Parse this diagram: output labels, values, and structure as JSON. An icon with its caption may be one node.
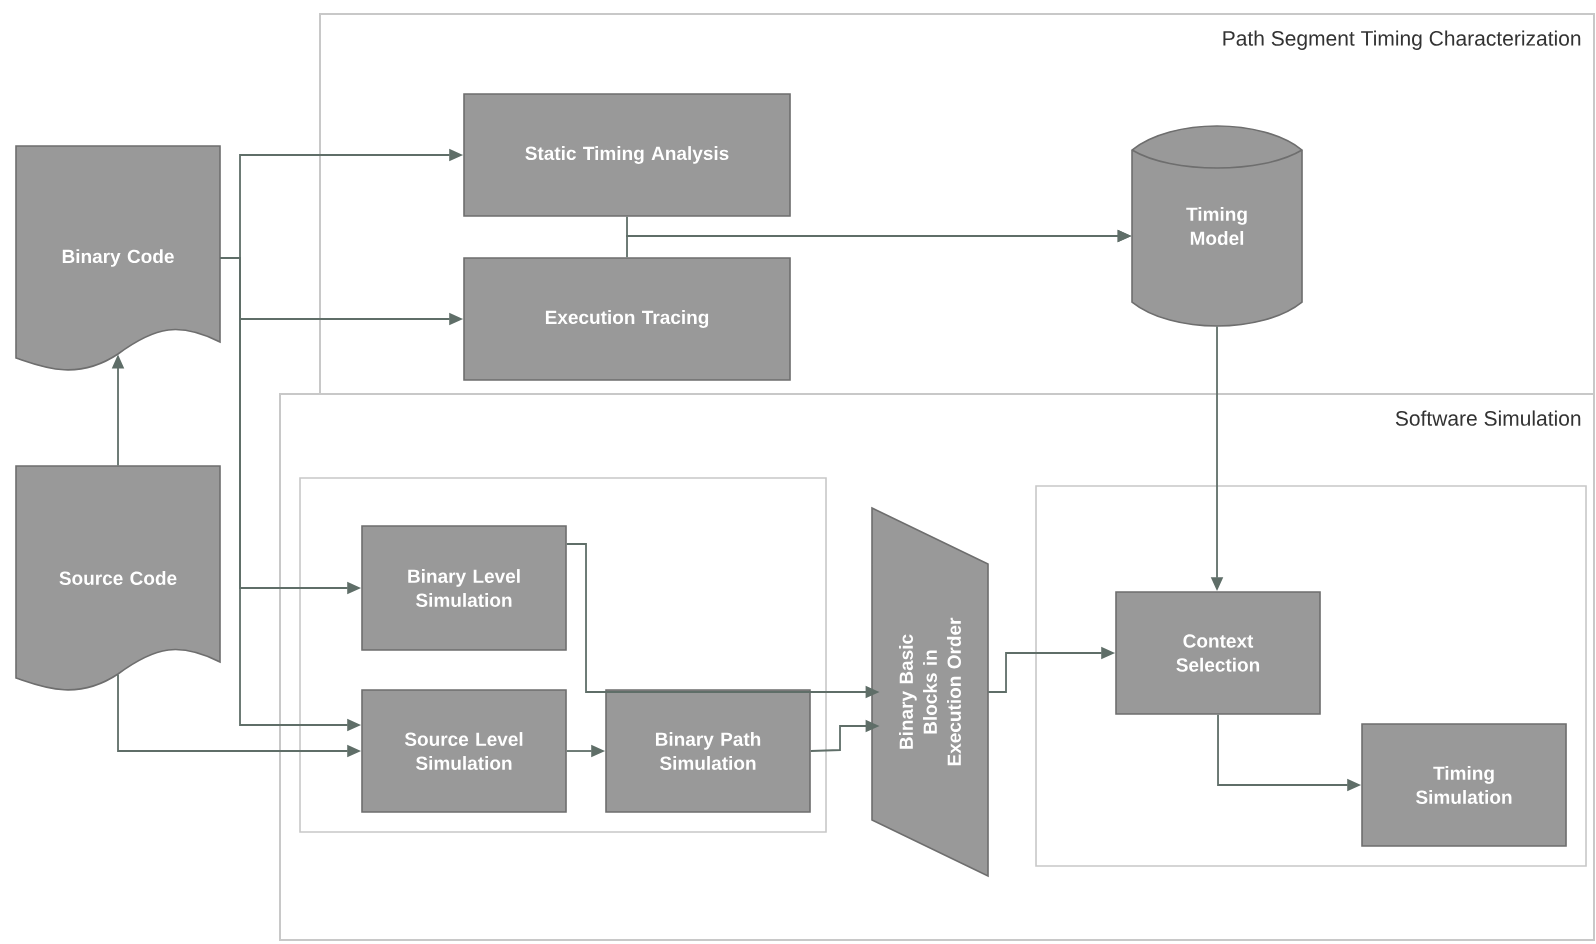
{
  "diagram": {
    "nodes": [
      {
        "text": [
          "Path Segment Timing Characterization"
        ]
      },
      {
        "text": [
          "Static Timing Analysis"
        ],
        "in": 0
      },
      {
        "text": [
          "Execution Tracing"
        ],
        "in": 0
      },
      {
        "text": [
          "Timing Model"
        ],
        "in": 0
      },
      {
        "text": [
          "Software Simulation"
        ]
      },
      {
        "text": [
          "Binary Code"
        ]
      },
      {
        "text": [
          "Source Code"
        ]
      },
      {
        "text": [],
        "shape": "box",
        "in": 4
      },
      {
        "text": [
          "Binary Level Simulation"
        ],
        "in": 7
      },
      {
        "text": [
          "Source Level Simulation"
        ],
        "in": 7
      },
      {
        "text": [
          "Binary Path Simulation"
        ],
        "in": 7
      },
      {
        "text": [
          "Binary Basic Blocks in Execution Order"
        ],
        "in": 4
      },
      {
        "text": [],
        "shape": "box",
        "in": 4
      },
      {
        "text": [
          "Context Selection"
        ],
        "in": 12
      },
      {
        "text": [
          "Timing Simulation"
        ],
        "in": 12
      }
    ],
    "edges": [
      {
        "from": 6,
        "to": 5,
        "arrow": "to"
      },
      {
        "from": 5,
        "to": 1,
        "arrow": "to"
      },
      {
        "from": 5,
        "to": 2,
        "arrow": "to"
      },
      {
        "from": 5,
        "to": 8,
        "arrow": "to"
      },
      {
        "from": 5,
        "to": 9,
        "arrow": "to"
      },
      {
        "from": 6,
        "to": 9,
        "arrow": "to"
      },
      {
        "from": 1,
        "to": 3,
        "arrow": "to"
      },
      {
        "from": 2,
        "to": 3,
        "arrow": "to"
      },
      {
        "from": 3,
        "to": 13,
        "arrow": "to"
      },
      {
        "from": 8,
        "to": 11,
        "arrow": "to"
      },
      {
        "from": 9,
        "to": 10,
        "arrow": "to"
      },
      {
        "from": 10,
        "to": 11,
        "arrow": "to"
      },
      {
        "from": 11,
        "to": 13,
        "arrow": "to"
      },
      {
        "from": 13,
        "to": 14,
        "arrow": "to"
      }
    ]
  }
}
